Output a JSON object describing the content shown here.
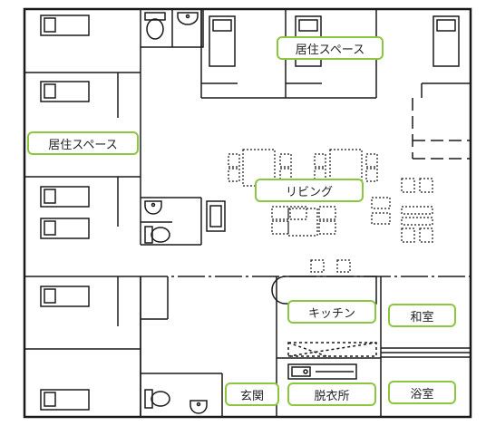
{
  "colors": {
    "wall": "#1a1a1a",
    "label_border": "#8cc63f",
    "background": "#ffffff"
  },
  "labels": {
    "living_quarters_top": "居住スペース",
    "living_quarters_left": "居住スペース",
    "living": "リビング",
    "kitchen": "キッチン",
    "japanese_room": "和室",
    "entrance": "玄関",
    "dressing_room": "脱衣所",
    "bathroom": "浴室"
  }
}
